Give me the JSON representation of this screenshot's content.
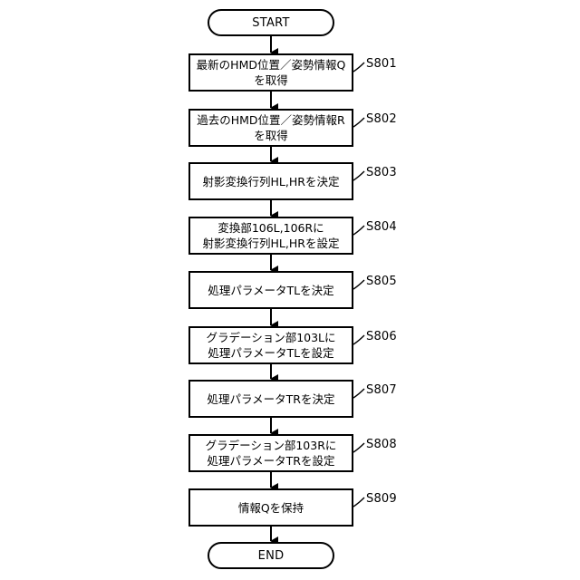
{
  "terminals": {
    "start": "START",
    "end": "END"
  },
  "steps": [
    {
      "label": "S801",
      "text": "最新のHMD位置／姿勢情報Q\nを取得"
    },
    {
      "label": "S802",
      "text": "過去のHMD位置／姿勢情報R\nを取得"
    },
    {
      "label": "S803",
      "text": "射影変換行列HL,HRを決定"
    },
    {
      "label": "S804",
      "text": "変換部106L,106Rに\n射影変換行列HL,HRを設定"
    },
    {
      "label": "S805",
      "text": "処理パラメータTLを決定"
    },
    {
      "label": "S806",
      "text": "グラデーション部103Lに\n処理パラメータTLを設定"
    },
    {
      "label": "S807",
      "text": "処理パラメータTRを決定"
    },
    {
      "label": "S808",
      "text": "グラデーション部103Rに\n処理パラメータTRを設定"
    },
    {
      "label": "S809",
      "text": "情報Qを保持"
    }
  ]
}
